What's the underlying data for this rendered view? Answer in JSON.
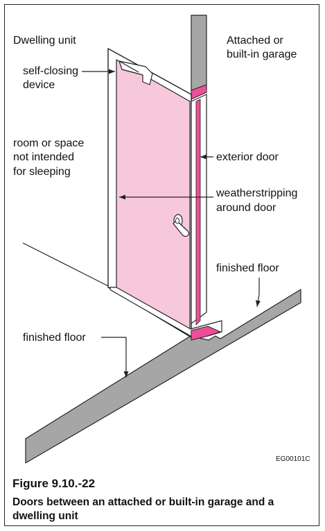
{
  "labels": {
    "dwelling_unit": "Dwelling unit",
    "garage_line1": "Attached or",
    "garage_line2": "built-in garage",
    "self_closing_line1": "self-closing",
    "self_closing_line2": "device",
    "room_line1": "room or space",
    "room_line2": "not intended",
    "room_line3": "for sleeping",
    "exterior_door": "exterior door",
    "weather_line1": "weatherstripping",
    "weather_line2": "around door",
    "finished_floor_right": "finished floor",
    "finished_floor_left": "finished floor",
    "drawing_code": "EG00101C"
  },
  "caption": {
    "figure_number": "Figure 9.10.-22",
    "title": "Doors between an attached or built-in garage and a dwelling unit"
  },
  "colors": {
    "door_pink": "#f7c8dc",
    "weatherstrip_pink": "#ec4f97",
    "wall_gray": "#a6a6a6",
    "line": "#222222"
  }
}
